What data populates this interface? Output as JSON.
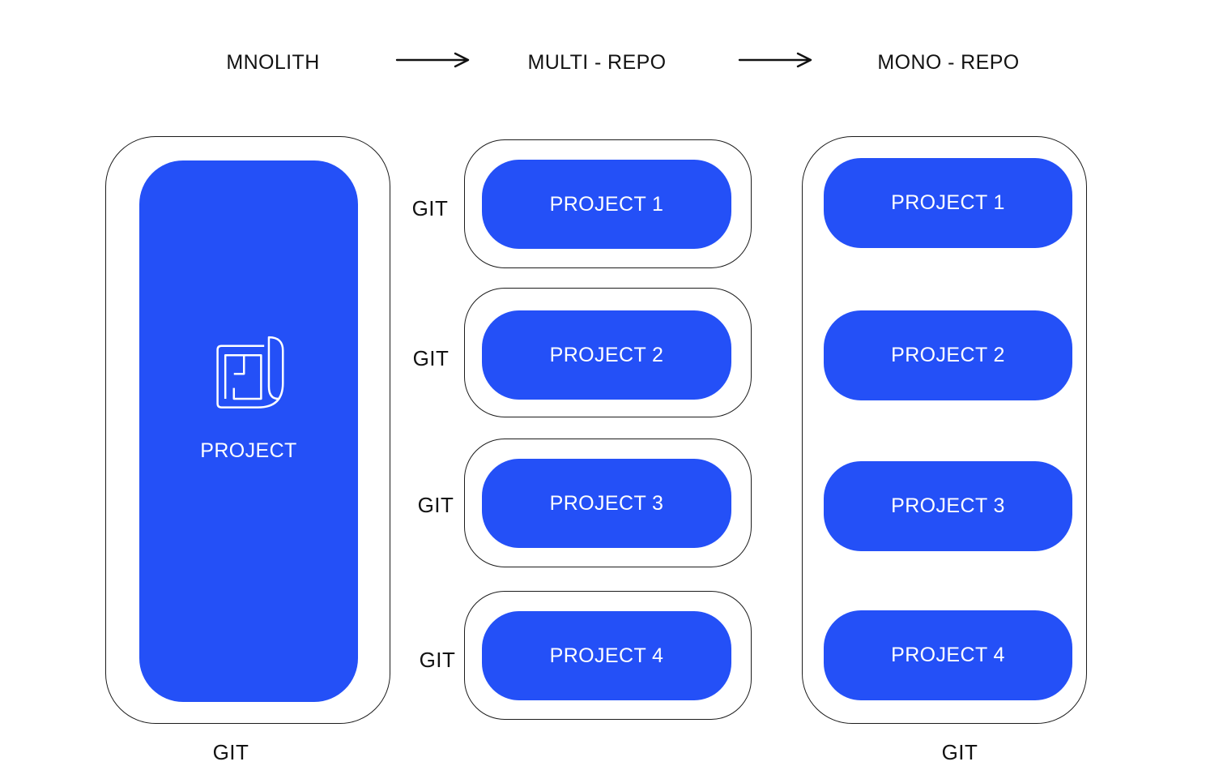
{
  "header": {
    "stages": [
      "MNOLITH",
      "MULTI - REPO",
      "MONO - REPO"
    ]
  },
  "monolith": {
    "icon": "blueprint-icon",
    "project_label": "PROJECT",
    "git_label": "GIT"
  },
  "multi_repo": {
    "repos": [
      {
        "git_label": "GIT",
        "project_label": "PROJECT 1"
      },
      {
        "git_label": "GIT",
        "project_label": "PROJECT 2"
      },
      {
        "git_label": "GIT",
        "project_label": "PROJECT 3"
      },
      {
        "git_label": "GIT",
        "project_label": "PROJECT 4"
      }
    ]
  },
  "mono_repo": {
    "projects": [
      "PROJECT 1",
      "PROJECT 2",
      "PROJECT 3",
      "PROJECT 4"
    ],
    "git_label": "GIT"
  },
  "colors": {
    "accent_blue": "#2450f7",
    "outline": "#1c1c1c",
    "text_dark": "#121212",
    "text_light": "#ffffff",
    "background": "#ffffff"
  }
}
